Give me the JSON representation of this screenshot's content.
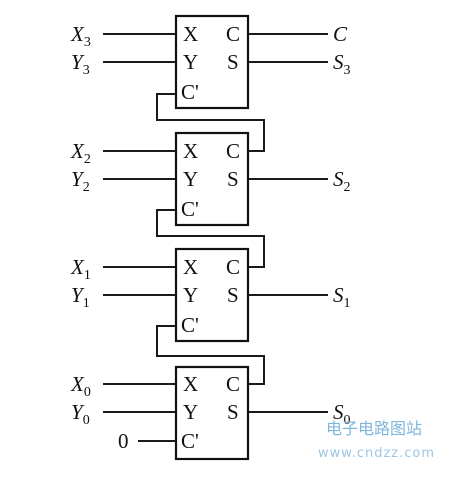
{
  "diagram": {
    "pin_labels": {
      "x": "X",
      "y": "Y",
      "cin": "C'",
      "c": "C",
      "s": "S"
    },
    "stages": [
      {
        "x_in": "X",
        "x_sub": "3",
        "y_in": "Y",
        "y_sub": "3",
        "c_out": "C",
        "s_out": "S",
        "s_sub": "3"
      },
      {
        "x_in": "X",
        "x_sub": "2",
        "y_in": "Y",
        "y_sub": "2",
        "s_out": "S",
        "s_sub": "2"
      },
      {
        "x_in": "X",
        "x_sub": "1",
        "y_in": "Y",
        "y_sub": "1",
        "s_out": "S",
        "s_sub": "1"
      },
      {
        "x_in": "X",
        "x_sub": "0",
        "y_in": "Y",
        "y_sub": "0",
        "s_out": "S",
        "s_sub": "0",
        "carry_in": "0"
      }
    ]
  },
  "watermark": {
    "title": "电子电路图站",
    "url": "www.cndzz.com",
    "color": "#7fb6dc"
  }
}
